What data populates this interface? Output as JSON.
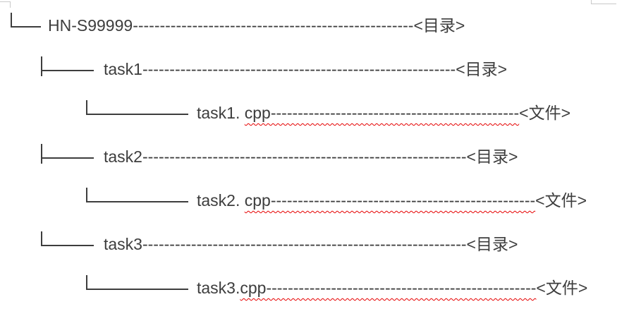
{
  "page": {
    "background": "#ffffff",
    "text_color": "#3d3d3d",
    "squiggle_color": "#e60000",
    "corner_mark_color": "#c9c9c9"
  },
  "icons": {
    "top_left": "table-corner-mark",
    "top_right": "table-corner-mark",
    "branch_corner": "tree-corner",
    "branch_tee": "tree-tee"
  },
  "tree": {
    "rows": [
      {
        "type": "directory",
        "name": "HN-S99999",
        "dashes": "----------------------------------------------------",
        "label": "<目录>"
      },
      {
        "type": "directory",
        "name": "task1",
        "dashes": "----------------------------------------------------------",
        "label": "<目录>"
      },
      {
        "type": "file",
        "name": "task1. ",
        "miss": "cpp----------------------------------------------",
        "label": "<文件>"
      },
      {
        "type": "directory",
        "name": "task2",
        "dashes": "------------------------------------------------------------",
        "label": "<目录>"
      },
      {
        "type": "file",
        "name": "task2. ",
        "miss": "cpp-------------------------------------------------",
        "label": "<文件>"
      },
      {
        "type": "directory",
        "name": "task3",
        "dashes": "------------------------------------------------------------",
        "label": "<目录>"
      },
      {
        "type": "file",
        "name": "task3.",
        "miss": "cpp--------------------------------------------------",
        "label": "<文件>"
      }
    ]
  }
}
